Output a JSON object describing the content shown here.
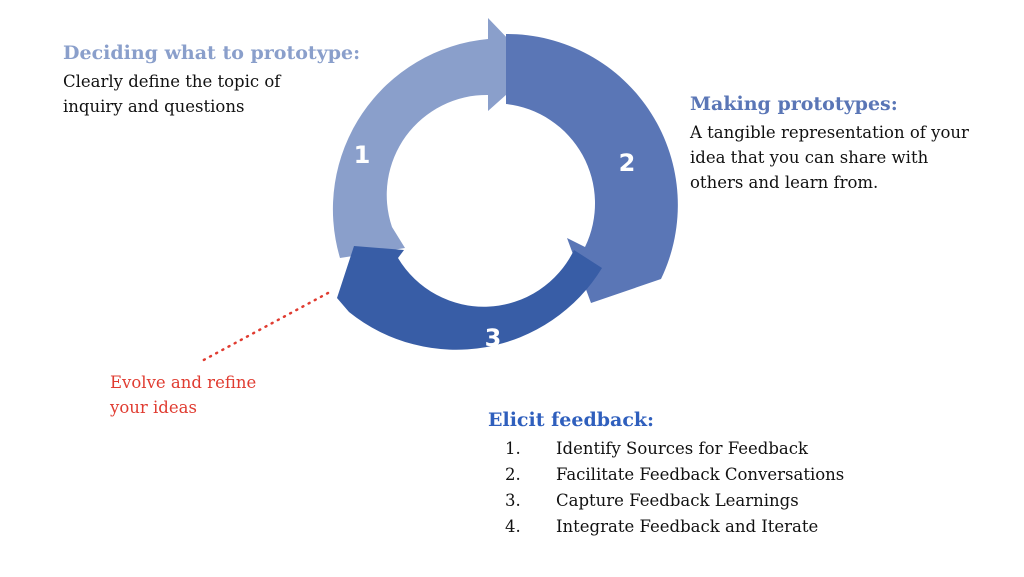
{
  "colors": {
    "step1": "#8a9fcb",
    "step2": "#5a76b6",
    "step3": "#385da6",
    "heading3": "#2f5fbd",
    "evolve": "#e03c31",
    "text": "#111111"
  },
  "cycle": {
    "numbers": [
      "1",
      "2",
      "3"
    ]
  },
  "step1": {
    "heading": "Deciding what to prototype:",
    "lines": [
      "Clearly define the topic of",
      "inquiry and questions"
    ]
  },
  "step2": {
    "heading": "Making prototypes:",
    "lines": [
      "A tangible representation of your",
      "idea that you can share with",
      "others and learn from."
    ]
  },
  "evolve": {
    "text": "Evolve and refine\nyour ideas"
  },
  "step3": {
    "heading": "Elicit feedback:",
    "items": [
      {
        "num": "1.",
        "text": "Identify Sources for Feedback"
      },
      {
        "num": "2.",
        "text": "Facilitate Feedback Conversations"
      },
      {
        "num": "3.",
        "text": "Capture Feedback Learnings"
      },
      {
        "num": "4.",
        "text": "Integrate Feedback and Iterate"
      }
    ]
  }
}
